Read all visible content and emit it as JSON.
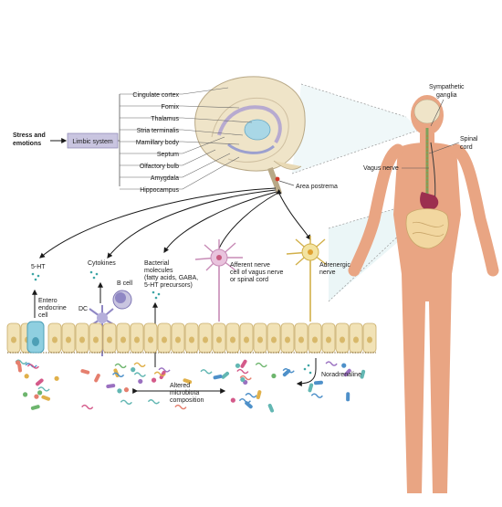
{
  "left": {
    "stress_line1": "Stress and",
    "stress_line2": "emotions",
    "limbic_system": "Limbic system"
  },
  "brain_structures": [
    "Cingulate cortex",
    "Fornix",
    "Thalamus",
    "Stria terminalis",
    "Mamillary body",
    "Septum",
    "Olfactory bulb",
    "Amygdala",
    "Hippocampus"
  ],
  "area_postrema": "Area postrema",
  "body": {
    "sympathetic_line1": "Sympathetic",
    "sympathetic_line2": "ganglia",
    "spinal_line1": "Spinal",
    "spinal_line2": "cord",
    "vagus_nerve": "Vagus nerve"
  },
  "pathways": {
    "serotonin": "5-HT",
    "cytokines": "Cytokines",
    "b_cell": "B cell",
    "dc": "DC",
    "entero_line1": "Entero",
    "entero_line2": "endocrine",
    "entero_line3": "cell",
    "bacterial_line1": "Bacterial",
    "bacterial_line2": "molecules",
    "bacterial_line3": "(fatty acids, GABA,",
    "bacterial_line4": "5-HT precursors)",
    "afferent_line1": "Afferent nerve",
    "afferent_line2": "cell of vagus nerve",
    "afferent_line3": "or spinal cord",
    "adrenergic_line1": "Adrenergic",
    "adrenergic_line2": "nerve"
  },
  "gut": {
    "altered_line1": "Altered",
    "altered_line2": "microbiota",
    "altered_line3": "composition",
    "noradrenaline": "Noradrenaline"
  },
  "colors": {
    "limbic_box": "#c9c5e0",
    "brain": "#efe4c8",
    "body": "#e9a583",
    "gut_cell": "#f1e2b6",
    "neuron_pink": "#e9c3dd",
    "neuron_yellow": "#f3e3a0",
    "teal": "#74c4c9"
  }
}
